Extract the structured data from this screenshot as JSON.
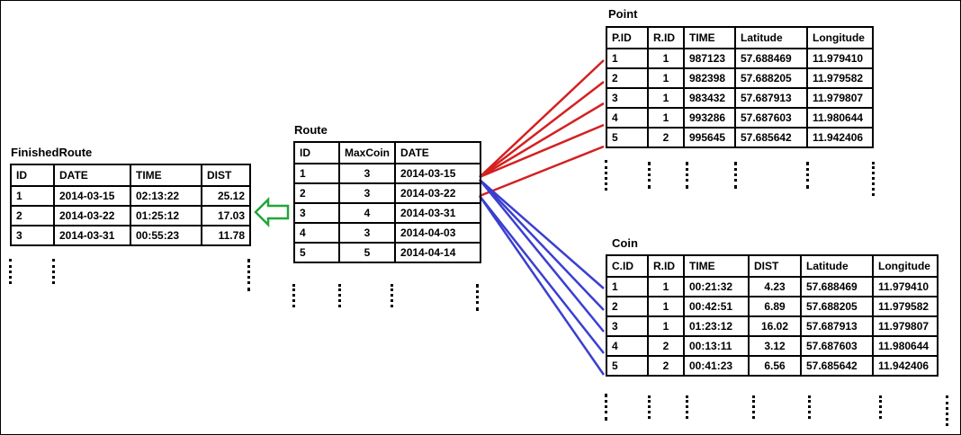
{
  "finished_route": {
    "title": "FinishedRoute",
    "columns": [
      "ID",
      "DATE",
      "TIME",
      "DIST"
    ],
    "rows": [
      [
        "1",
        "2014-03-15",
        "02:13:22",
        "25.12"
      ],
      [
        "2",
        "2014-03-22",
        "01:25:12",
        "17.03"
      ],
      [
        "3",
        "2014-03-31",
        "00:55:23",
        "11.78"
      ]
    ]
  },
  "route": {
    "title": "Route",
    "columns": [
      "ID",
      "MaxCoin",
      "DATE"
    ],
    "rows": [
      [
        "1",
        "3",
        "2014-03-15"
      ],
      [
        "2",
        "3",
        "2014-03-22"
      ],
      [
        "3",
        "4",
        "2014-03-31"
      ],
      [
        "4",
        "3",
        "2014-04-03"
      ],
      [
        "5",
        "5",
        "2014-04-14"
      ]
    ]
  },
  "point": {
    "title": "Point",
    "columns": [
      "P.ID",
      "R.ID",
      "TIME",
      "Latitude",
      "Longitude"
    ],
    "rows": [
      [
        "1",
        "1",
        "987123",
        "57.688469",
        "11.979410"
      ],
      [
        "2",
        "1",
        "982398",
        "57.688205",
        "11.979582"
      ],
      [
        "3",
        "1",
        "983432",
        "57.687913",
        "11.979807"
      ],
      [
        "4",
        "1",
        "993286",
        "57.687603",
        "11.980644"
      ],
      [
        "5",
        "2",
        "995645",
        "57.685642",
        "11.942406"
      ]
    ]
  },
  "coin": {
    "title": "Coin",
    "columns": [
      "C.ID",
      "R.ID",
      "TIME",
      "DIST",
      "Latitude",
      "Longitude"
    ],
    "rows": [
      [
        "1",
        "1",
        "00:21:32",
        "4.23",
        "57.688469",
        "11.979410"
      ],
      [
        "2",
        "1",
        "00:42:51",
        "6.89",
        "57.688205",
        "11.979582"
      ],
      [
        "3",
        "1",
        "01:23:12",
        "16.02",
        "57.687913",
        "11.979807"
      ],
      [
        "4",
        "2",
        "00:13:11",
        "3.12",
        "57.687603",
        "11.980644"
      ],
      [
        "5",
        "2",
        "00:41:23",
        "6.56",
        "57.685642",
        "11.942406"
      ]
    ]
  },
  "colors": {
    "point_links": "#d42020",
    "coin_links": "#3a3fd0",
    "arrow": "#22a53a"
  }
}
